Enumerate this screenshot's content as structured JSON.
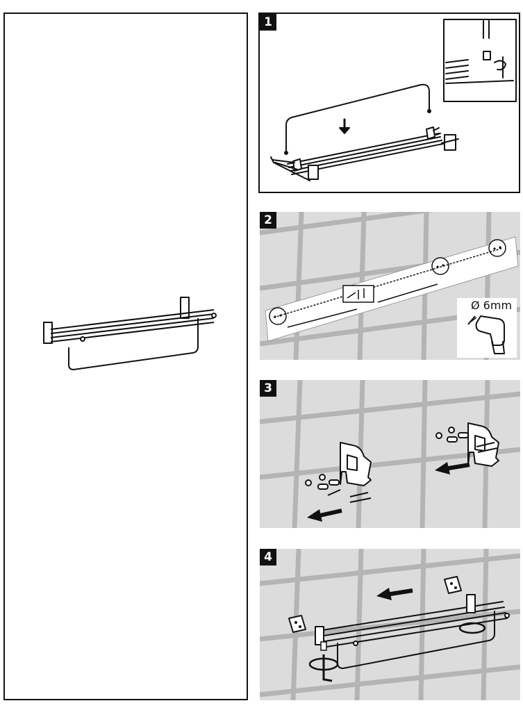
{
  "steps": [
    {
      "number": "1"
    },
    {
      "number": "2",
      "drill_label": "Ø 6mm"
    },
    {
      "number": "3"
    },
    {
      "number": "4"
    }
  ],
  "colors": {
    "line": "#111111",
    "wall": "#dcdcdc",
    "grout": "#b4b4b4",
    "background": "#ffffff"
  },
  "icons": [
    "arrow-down-icon",
    "drill-icon",
    "arrow-left-icon",
    "rotate-icon",
    "hex-key-icon"
  ]
}
